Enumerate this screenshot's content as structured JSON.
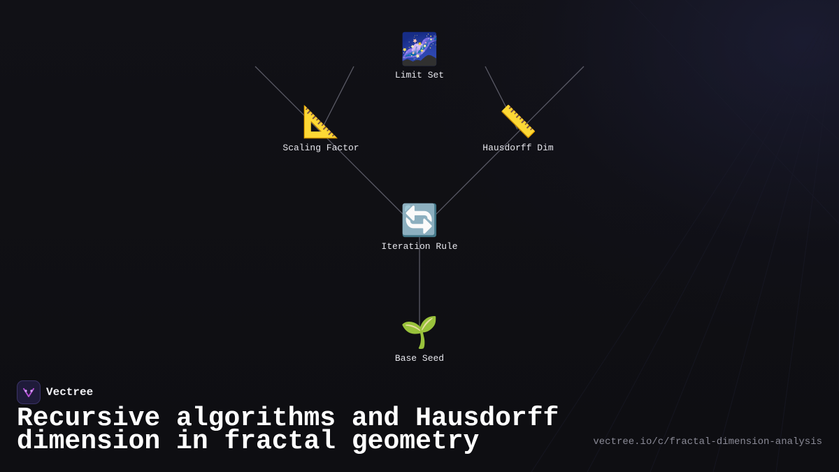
{
  "diagram": {
    "nodes": [
      {
        "id": "limit-set",
        "label": "Limit Set",
        "icon": "🌌"
      },
      {
        "id": "scaling-factor",
        "label": "Scaling Factor",
        "icon": "📐"
      },
      {
        "id": "hausdorff-dim",
        "label": "Hausdorff Dim",
        "icon": "📏"
      },
      {
        "id": "iteration-rule",
        "label": "Iteration Rule",
        "icon": "🔄"
      },
      {
        "id": "base-seed",
        "label": "Base Seed",
        "icon": "🌱"
      }
    ],
    "edge_color": "#5a5a66"
  },
  "brand": {
    "name": "Vectree",
    "logo_icon": "vectree-logo-icon",
    "accent": "#b44fd6"
  },
  "headline": "Recursive algorithms and Hausdorff dimension in fractal geometry",
  "url": "vectree.io/c/fractal-dimension-analysis"
}
